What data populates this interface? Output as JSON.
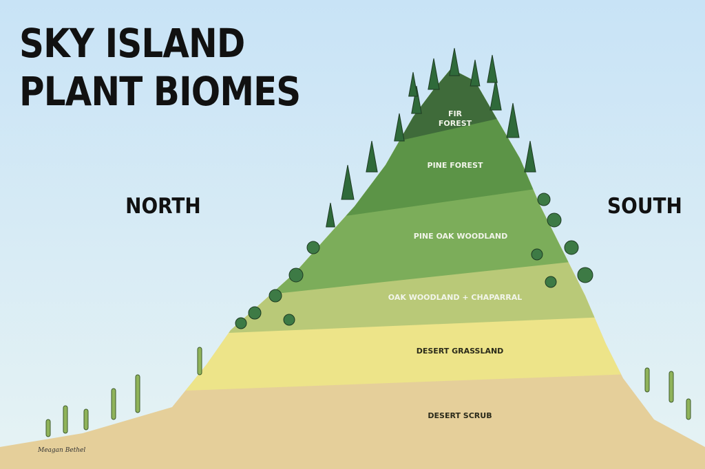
{
  "title_line1": "SKY ISLAND",
  "title_line2": "PLANT BIOMES",
  "north_label": "NORTH",
  "south_label": "SOUTH",
  "biomes": [
    {
      "line1": "FIR",
      "line2": "FOREST"
    },
    {
      "label": "PINE FOREST"
    },
    {
      "label": "PINE OAK WOODLAND"
    },
    {
      "label": "OAK WOODLAND + CHAPARRAL"
    },
    {
      "label": "DESERT GRASSLAND"
    },
    {
      "label": "DESERT SCRUB"
    }
  ],
  "signature": "Meagan Bethel",
  "colors": {
    "sky_top": "#cfe6f7",
    "sky_bottom": "#e3f1f6",
    "fir": "#3f6b3a",
    "pine": "#5c9447",
    "pine_oak": "#7cad5a",
    "oak": "#b9c978",
    "grassland": "#ede489",
    "scrub": "#e5cf9a"
  }
}
